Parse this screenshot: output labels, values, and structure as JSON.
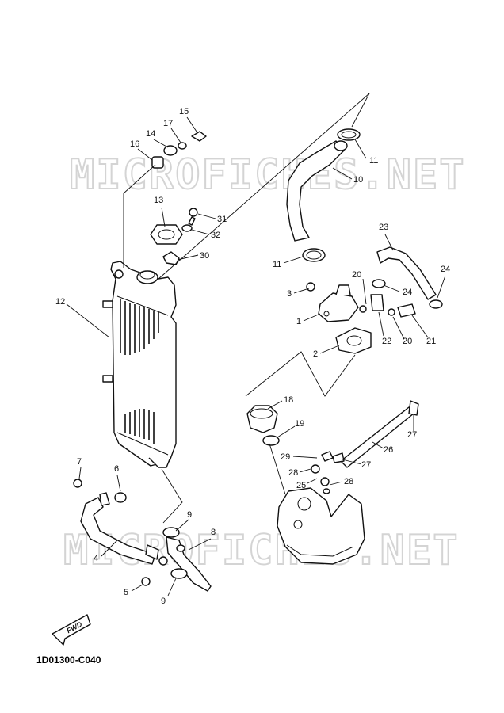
{
  "watermark": "MICROFICHES.NET",
  "diagram_code": "1D01300-C040",
  "fwd_label": "FWD",
  "callouts": [
    "1",
    "2",
    "3",
    "4",
    "5",
    "6",
    "7",
    "8",
    "9",
    "9",
    "10",
    "11",
    "11",
    "12",
    "13",
    "14",
    "15",
    "16",
    "17",
    "18",
    "19",
    "20",
    "20",
    "21",
    "22",
    "23",
    "24",
    "24",
    "25",
    "26",
    "27",
    "27",
    "28",
    "28",
    "29",
    "30",
    "31",
    "32"
  ]
}
